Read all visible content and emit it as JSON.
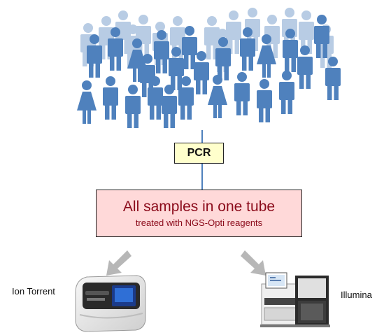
{
  "pcr": {
    "label": "PCR"
  },
  "tube": {
    "title": "All samples in one tube",
    "subtitle": "treated with NGS-Opti reagents"
  },
  "devices": {
    "left": {
      "label": "Ion Torrent",
      "icon": "sequencer-icon"
    },
    "right": {
      "label": "Illumina",
      "icon": "sequencer-icon"
    }
  },
  "colors": {
    "person_dark": "#4f81bd",
    "person_light": "#b8cce4",
    "pcr_fill": "#ffffcc",
    "tube_fill": "#ffd9d9",
    "tube_text": "#8b0a1a",
    "arrow_fill": "#b7b7b7"
  }
}
